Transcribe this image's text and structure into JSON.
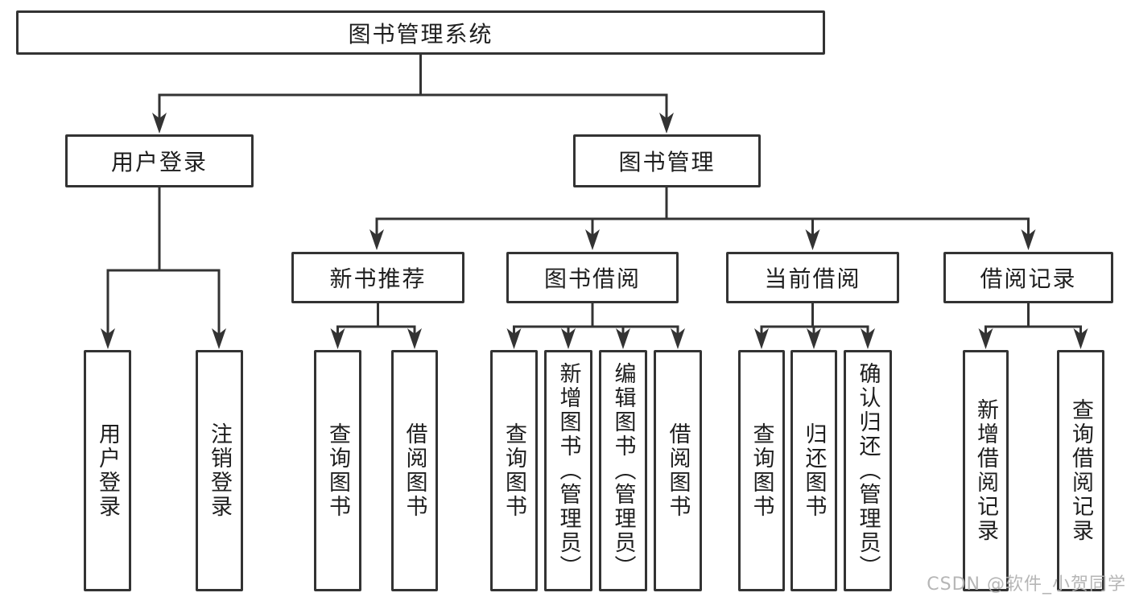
{
  "nodes": {
    "root": "图书管理系统",
    "user_login": "用户登录",
    "book_mgmt": "图书管理",
    "new_book": "新书推荐",
    "borrowing": "图书借阅",
    "current": "当前借阅",
    "records": "借阅记录"
  },
  "leaves": {
    "user_login": [
      "用户登录",
      "注销登录"
    ],
    "new_book": [
      "查询图书",
      "借阅图书"
    ],
    "borrowing": [
      "查询图书",
      "新增图书（管理员）",
      "编辑图书（管理员）",
      "借阅图书"
    ],
    "current": [
      "查询图书",
      "归还图书",
      "确认归还（管理员）"
    ],
    "records": [
      "新增借阅记录",
      "查询借阅记录"
    ]
  },
  "watermark": "CSDN @软件_小贺同学",
  "colors": {
    "line": "#333333",
    "text": "#1e1e1e",
    "box_background": "#ffffff",
    "watermark": "#b2b2b2",
    "page_background": "#ffffff"
  }
}
